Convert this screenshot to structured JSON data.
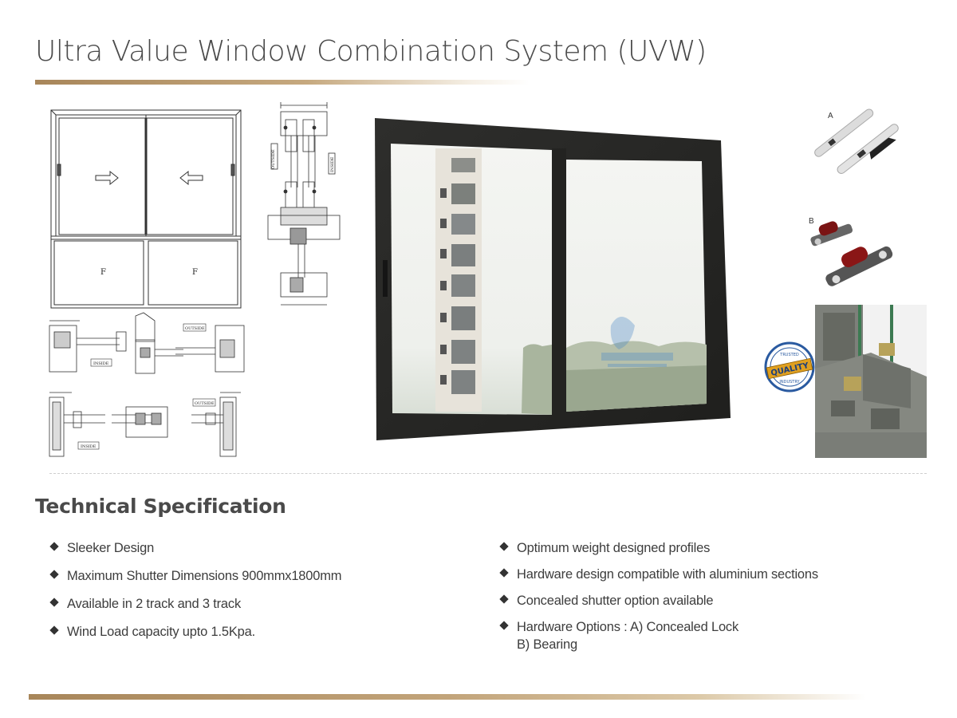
{
  "page": {
    "title": "Ultra Value Window Combination System (UVW)"
  },
  "drawings": {
    "elevation": {
      "panel_label_left": "F",
      "panel_label_right": "F"
    },
    "section_labels": {
      "outside": "OUTSIDE",
      "inside": "INSIDE"
    }
  },
  "hardware": {
    "label_a": "A",
    "label_b": "B",
    "badge_top": "TRUSTED",
    "badge_main": "QUALITY",
    "badge_bottom": "INDUSTRY"
  },
  "specs": {
    "heading": "Technical Specification",
    "left": [
      {
        "text": "Sleeker Design"
      },
      {
        "text": "Maximum Shutter Dimensions 900mmx1800mm"
      },
      {
        "text": "Available in 2 track and 3 track"
      },
      {
        "text": "Wind Load capacity upto 1.5Kpa."
      }
    ],
    "right": [
      {
        "text": "Optimum weight designed profiles"
      },
      {
        "text": "Hardware design compatible with aluminium sections"
      },
      {
        "text": "Concealed shutter option available"
      },
      {
        "text": "Hardware Options :  A) Concealed Lock",
        "sub": "B) Bearing"
      }
    ]
  },
  "colors": {
    "accent_gold": "#a8865a",
    "frame_dark": "#2a2a28",
    "profile_grey": "#6f726c"
  }
}
